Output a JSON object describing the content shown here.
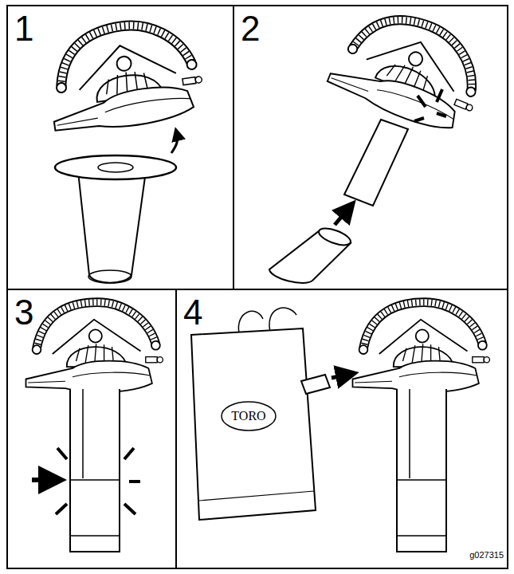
{
  "diagram": {
    "nodes": [
      {
        "text": [
          "1"
        ]
      },
      {
        "text": [
          "2"
        ]
      },
      {
        "text": [
          "3"
        ]
      },
      {
        "text": [
          "4"
        ]
      }
    ],
    "labels": [
      "TORO",
      "g027315"
    ]
  }
}
